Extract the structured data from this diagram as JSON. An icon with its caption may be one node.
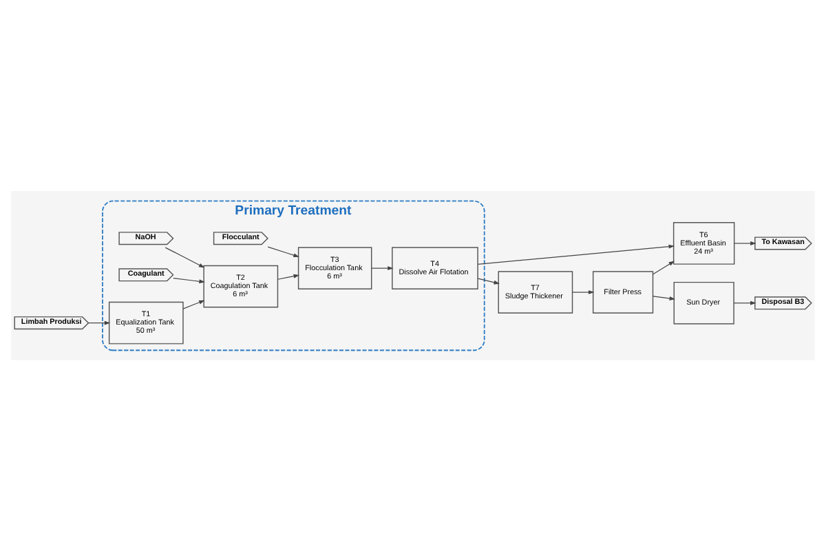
{
  "diagram": {
    "nodes": [
      {
        "text": [
          "Primary Treatment"
        ]
      },
      {
        "text": [
          "NaOH"
        ],
        "in": 0
      },
      {
        "text": [
          "Flocculant"
        ],
        "in": 0
      },
      {
        "text": [
          "Coagulant"
        ],
        "in": 0
      },
      {
        "text": [
          "Limbah Produksi"
        ]
      },
      {
        "text": [
          "T1",
          "Equalization Tank",
          "50 m³"
        ],
        "in": 0
      },
      {
        "text": [
          "T2",
          "Coagulation Tank",
          "6 m³"
        ],
        "in": 0
      },
      {
        "text": [
          "T3",
          "Flocculation Tank",
          "6 m³"
        ],
        "in": 0
      },
      {
        "text": [
          "T4",
          "Dissolve Air Flotation"
        ],
        "in": 0
      },
      {
        "text": [
          "T6",
          "Effluent Basin",
          "24 m³"
        ]
      },
      {
        "text": [
          "To Kawasan"
        ]
      },
      {
        "text": [
          "T7",
          "Sludge Thickener"
        ]
      },
      {
        "text": [
          "Filter Press"
        ]
      },
      {
        "text": [
          "Sun Dryer"
        ]
      },
      {
        "text": [
          "Disposal B3"
        ]
      }
    ],
    "edges": [
      {
        "from": 4,
        "to": 5,
        "arrow": "to"
      },
      {
        "from": 5,
        "to": 6,
        "arrow": "to"
      },
      {
        "from": 1,
        "to": 6,
        "arrow": "to"
      },
      {
        "from": 3,
        "to": 6,
        "arrow": "to"
      },
      {
        "from": 6,
        "to": 7,
        "arrow": "to"
      },
      {
        "from": 2,
        "to": 7,
        "arrow": "to"
      },
      {
        "from": 7,
        "to": 8,
        "arrow": "to"
      },
      {
        "from": 8,
        "to": 9,
        "arrow": "to"
      },
      {
        "from": 8,
        "to": 11,
        "arrow": "to"
      },
      {
        "from": 9,
        "to": 10,
        "arrow": "to"
      },
      {
        "from": 11,
        "to": 12,
        "arrow": "to"
      },
      {
        "from": 12,
        "to": 9,
        "arrow": "to"
      },
      {
        "from": 12,
        "to": 13,
        "arrow": "to"
      },
      {
        "from": 13,
        "to": 14,
        "arrow": "to"
      }
    ]
  }
}
